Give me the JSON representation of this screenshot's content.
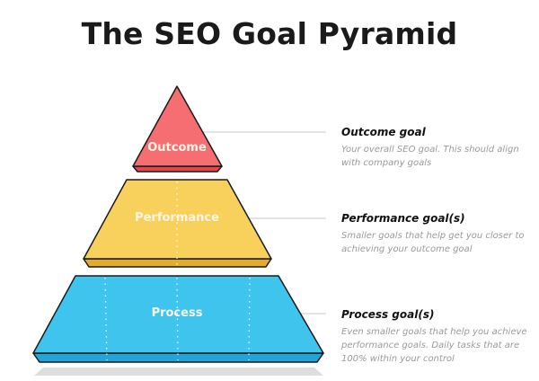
{
  "title": "The SEO Goal Pyramid",
  "colors": {
    "outcome": "#f46e72",
    "performance": "#f7d15c",
    "process": "#3fc4ee",
    "outline": "#1a1a1a",
    "connector": "#c8c8c8"
  },
  "pyramid": {
    "levels": [
      {
        "label": "Outcome",
        "heading": "Outcome goal",
        "description": "Your overall SEO goal. This should align with company goals"
      },
      {
        "label": "Performance",
        "heading": "Performance goal(s)",
        "description": "Smaller goals that help get you closer to achieving your outcome goal"
      },
      {
        "label": "Process",
        "heading": "Process goal(s)",
        "description": "Even smaller goals that help you achieve performance goals. Daily tasks that are 100% within your control"
      }
    ]
  }
}
